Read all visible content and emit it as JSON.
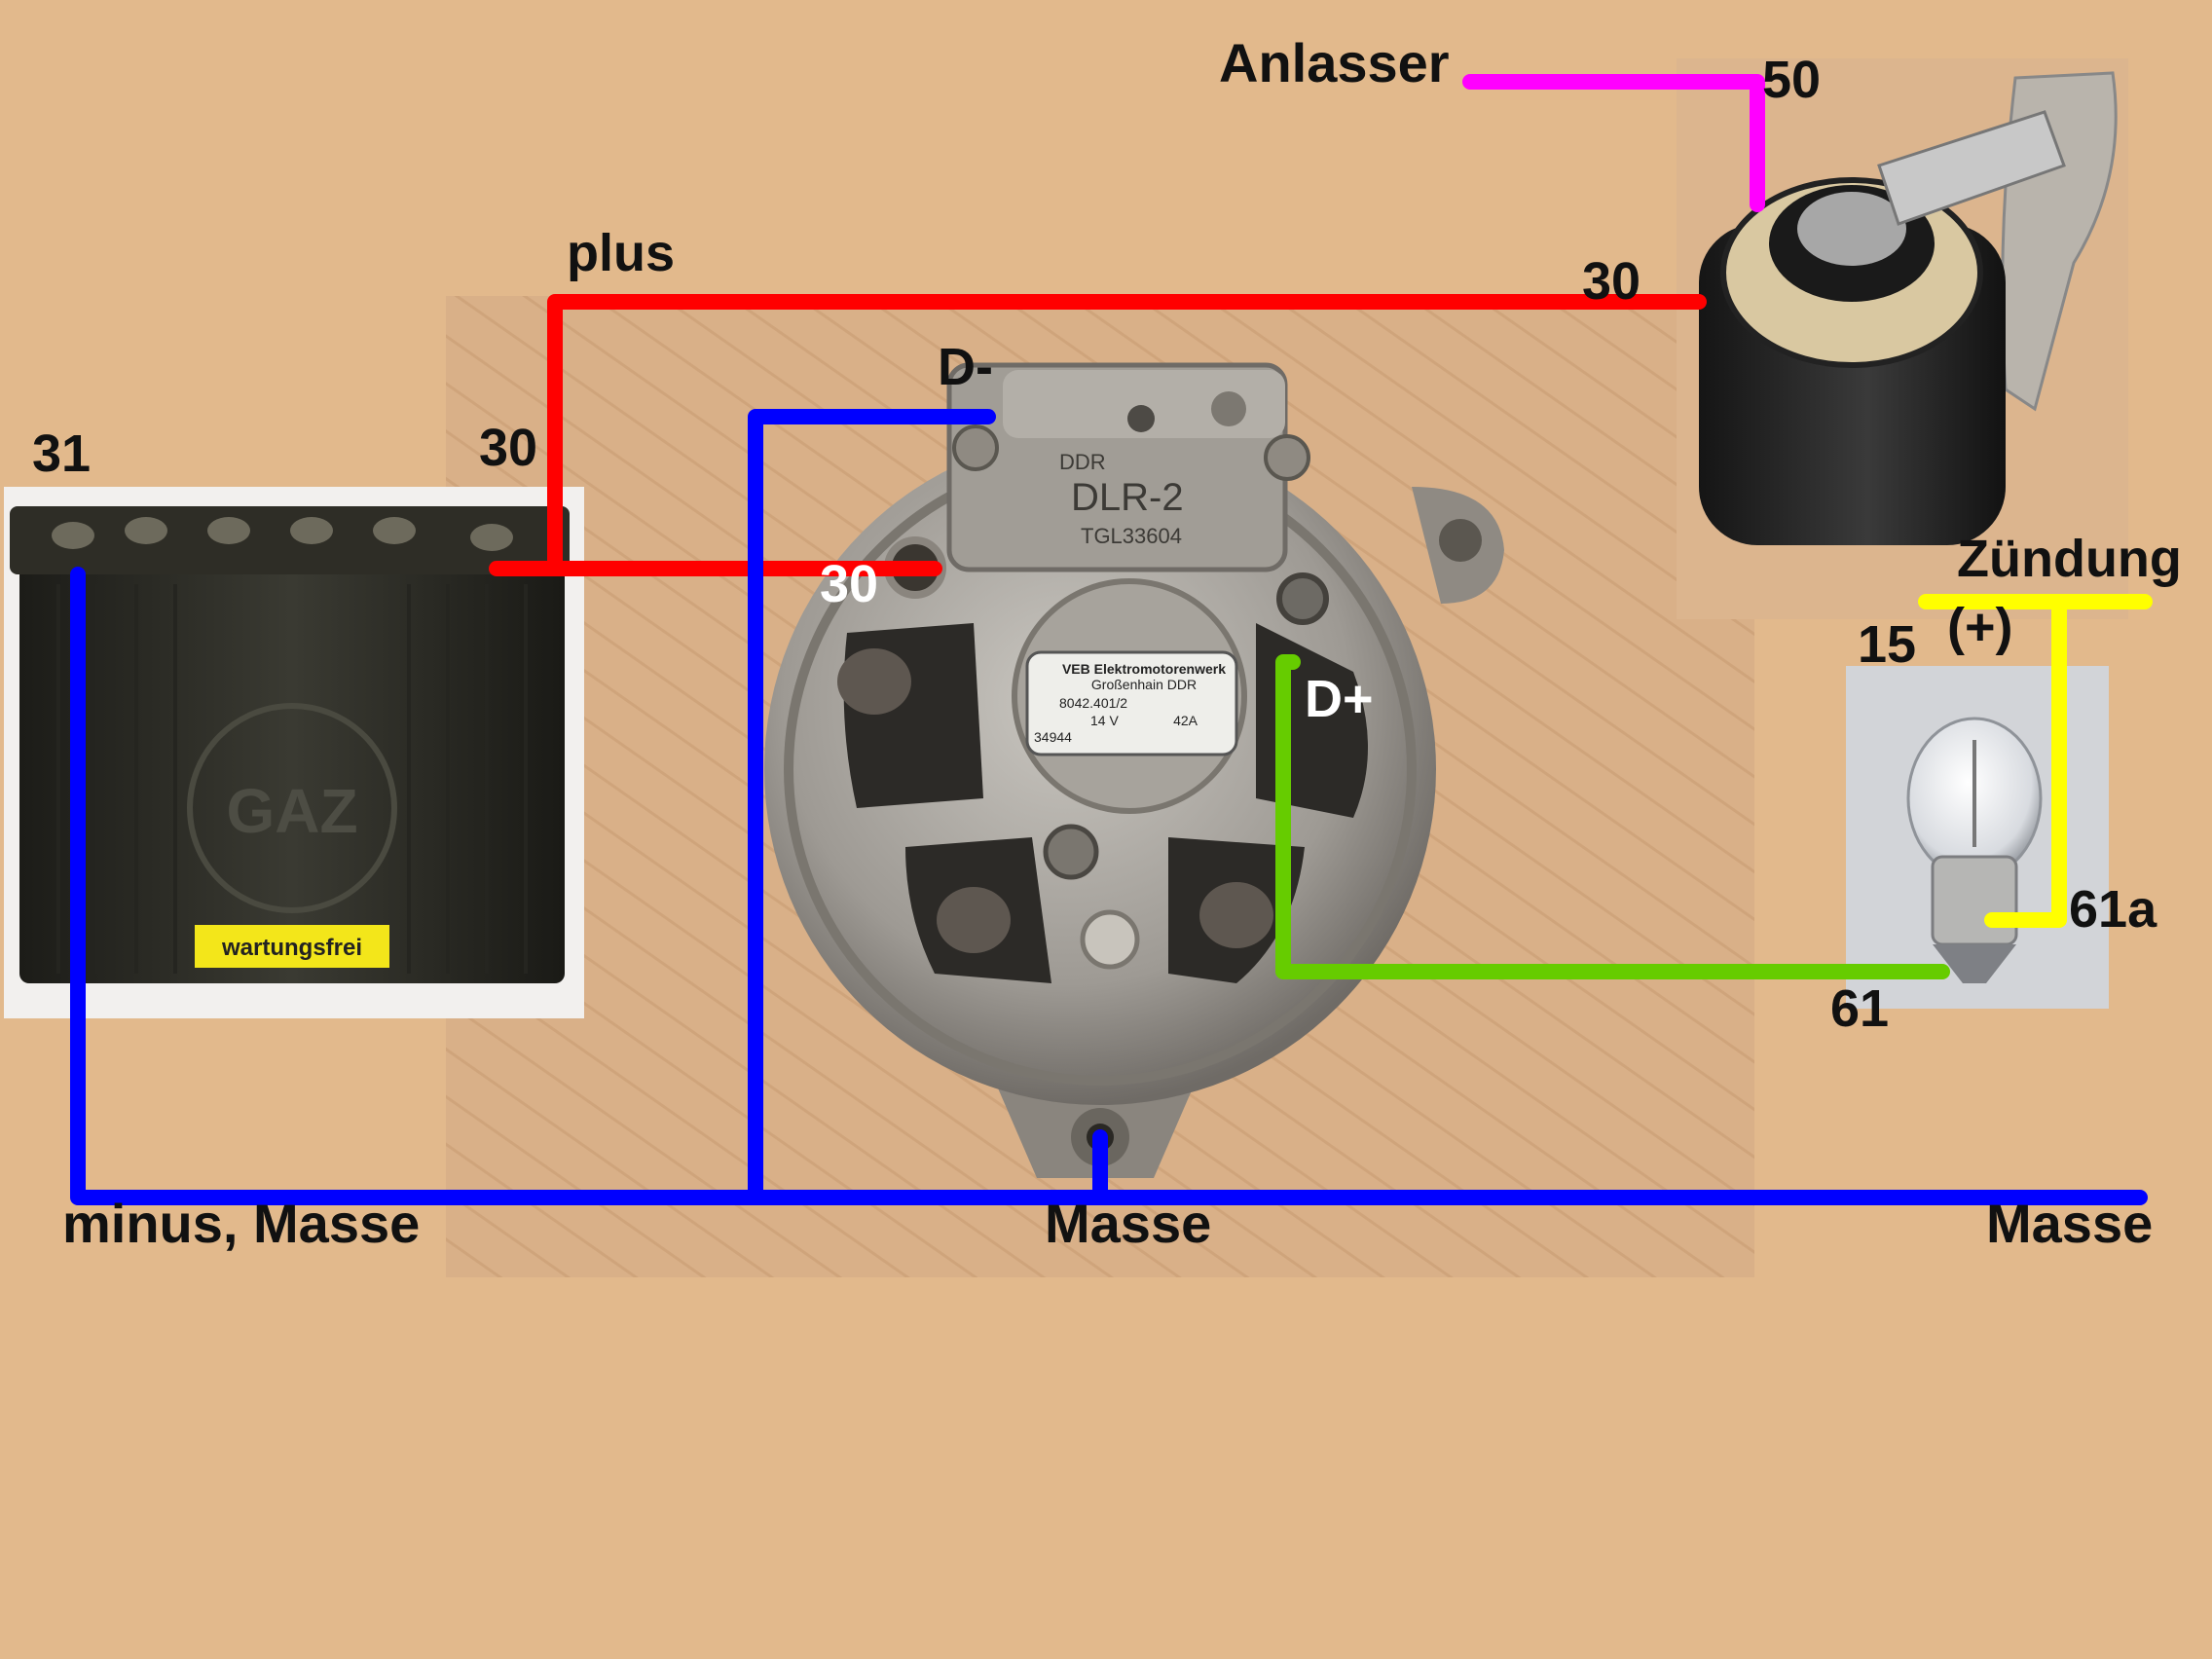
{
  "colors": {
    "background": "#e2b98c",
    "plus_wire": "#ff0000",
    "ground_wire": "#0000ff",
    "starter_wire": "#ff00ff",
    "ignition_wire": "#ffff00",
    "charge_lamp_wire": "#66cc00"
  },
  "battery": {
    "terminal_minus": "31",
    "terminal_plus": "30",
    "label_sticker": "wartungsfrei",
    "logo_text": "GAZ",
    "ground_label": "minus, Masse"
  },
  "plus_label": "plus",
  "alternator": {
    "terminal_b_plus": "30",
    "terminal_d_minus": "D-",
    "terminal_d_plus": "D+",
    "regulator_maker": "DDR",
    "regulator_model": "DLR-2",
    "regulator_standard": "TGL33604",
    "plate_maker": "VEB Elektromotorenwerk",
    "plate_place": "Großenhain DDR",
    "plate_part": "8042.401/2",
    "plate_voltage": "14 V",
    "plate_current": "42A",
    "plate_serial": "34944",
    "ground_label": "Masse"
  },
  "ignition_switch": {
    "starter_label": "Anlasser",
    "terminal_starter": "50",
    "terminal_battery": "30",
    "ignition_label": "Zündung",
    "ignition_sign": "(+)",
    "terminal_ignition": "15"
  },
  "lamp": {
    "terminal_61a": "61a",
    "terminal_61": "61"
  },
  "right_ground_label": "Masse"
}
